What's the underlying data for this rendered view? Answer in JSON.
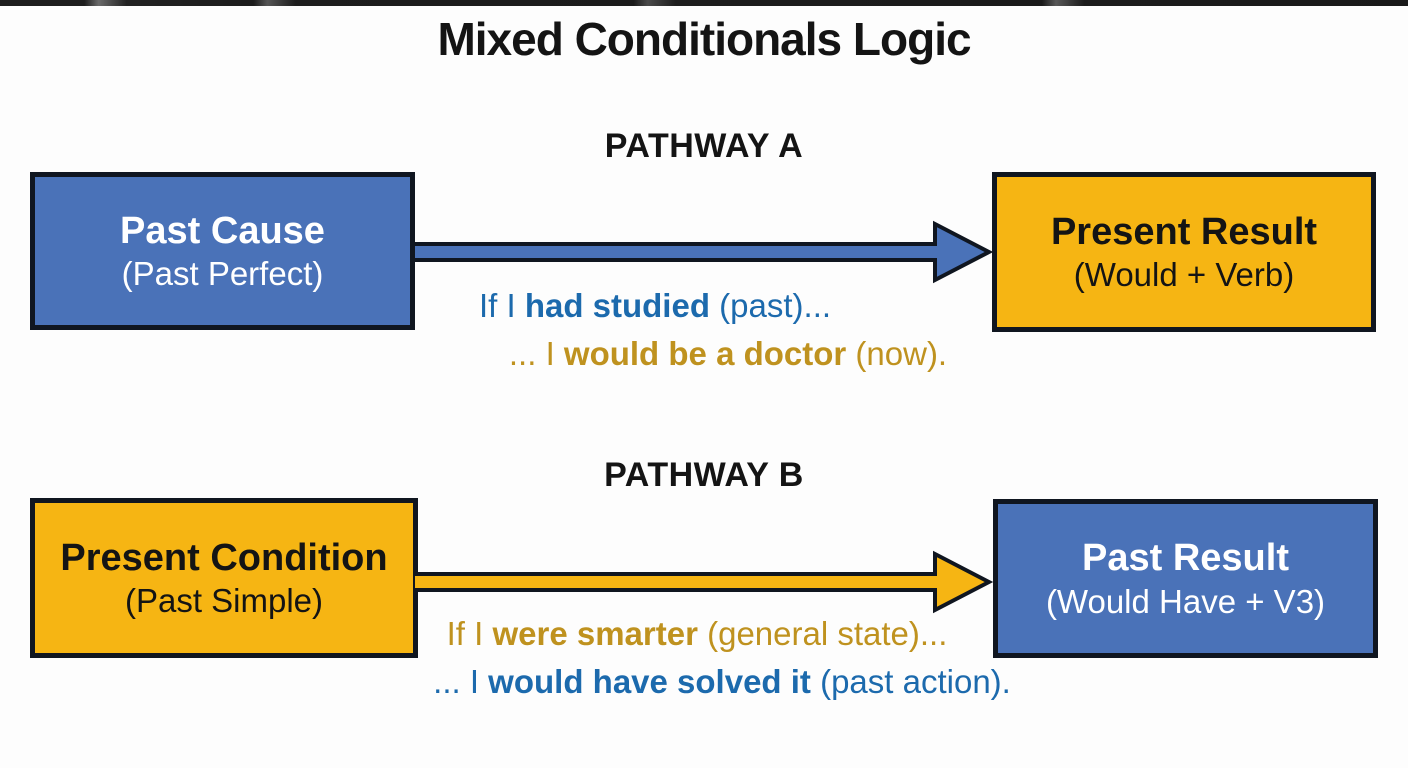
{
  "title": "Mixed Conditionals Logic",
  "colors": {
    "box_blue": "#4a72b8",
    "box_yellow": "#f6b513",
    "box_border": "#101620",
    "text_blue": "#1c6aad",
    "text_gold": "#bf921f",
    "heading_black": "#141414"
  },
  "pathways": [
    {
      "label": "PATHWAY A",
      "source": {
        "title": "Past Cause",
        "subtitle": "(Past Perfect)"
      },
      "target": {
        "title": "Present Result",
        "subtitle": "(Would + Verb)"
      },
      "arrow_color": "#4a72b8",
      "example": {
        "line1_prefix": "If I ",
        "line1_bold": "had studied",
        "line1_suffix": " (past)...",
        "line2_prefix": "... I ",
        "line2_bold": "would be a doctor",
        "line2_suffix": " (now)."
      }
    },
    {
      "label": "PATHWAY B",
      "source": {
        "title": "Present Condition",
        "subtitle": "(Past Simple)"
      },
      "target": {
        "title": "Past Result",
        "subtitle": "(Would Have + V3)"
      },
      "arrow_color": "#f6b513",
      "example": {
        "line1_prefix": "If I ",
        "line1_bold": "were smarter",
        "line1_suffix": " (general state)...",
        "line2_prefix": "... I ",
        "line2_bold": "would have solved it",
        "line2_suffix": " (past action)."
      }
    }
  ]
}
